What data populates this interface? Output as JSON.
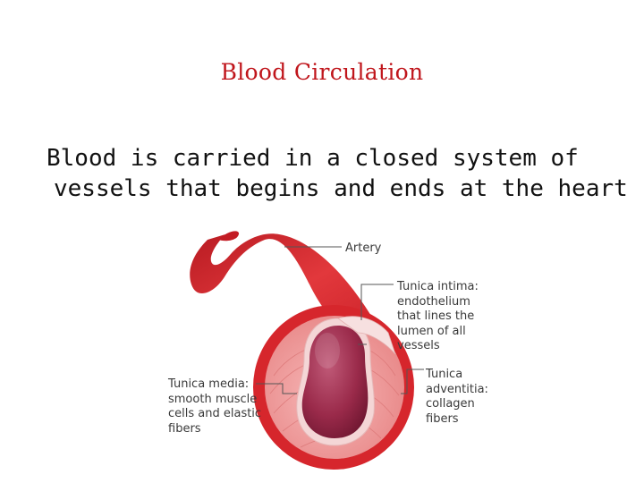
{
  "slide": {
    "title": "Blood Circulation",
    "subtitle_line1": "Blood is carried in a closed system of",
    "subtitle_line2": "vessels that begins and ends at the heart"
  },
  "diagram": {
    "labels": {
      "artery": "Artery",
      "intima": [
        "Tunica intima:",
        "endothelium",
        "that lines the",
        "lumen of all",
        "vessels"
      ],
      "media": [
        "Tunica media:",
        "smooth muscle",
        "cells and elastic",
        "fibers"
      ],
      "adventitia": [
        "Tunica",
        "adventitia:",
        "collagen",
        "fibers"
      ]
    }
  },
  "colors": {
    "title": "#c0161c",
    "artery_red": "#d8232a",
    "lumen": "#9a2a4a",
    "media_pink": "#ef9a9a",
    "leader_line": "#555555"
  }
}
